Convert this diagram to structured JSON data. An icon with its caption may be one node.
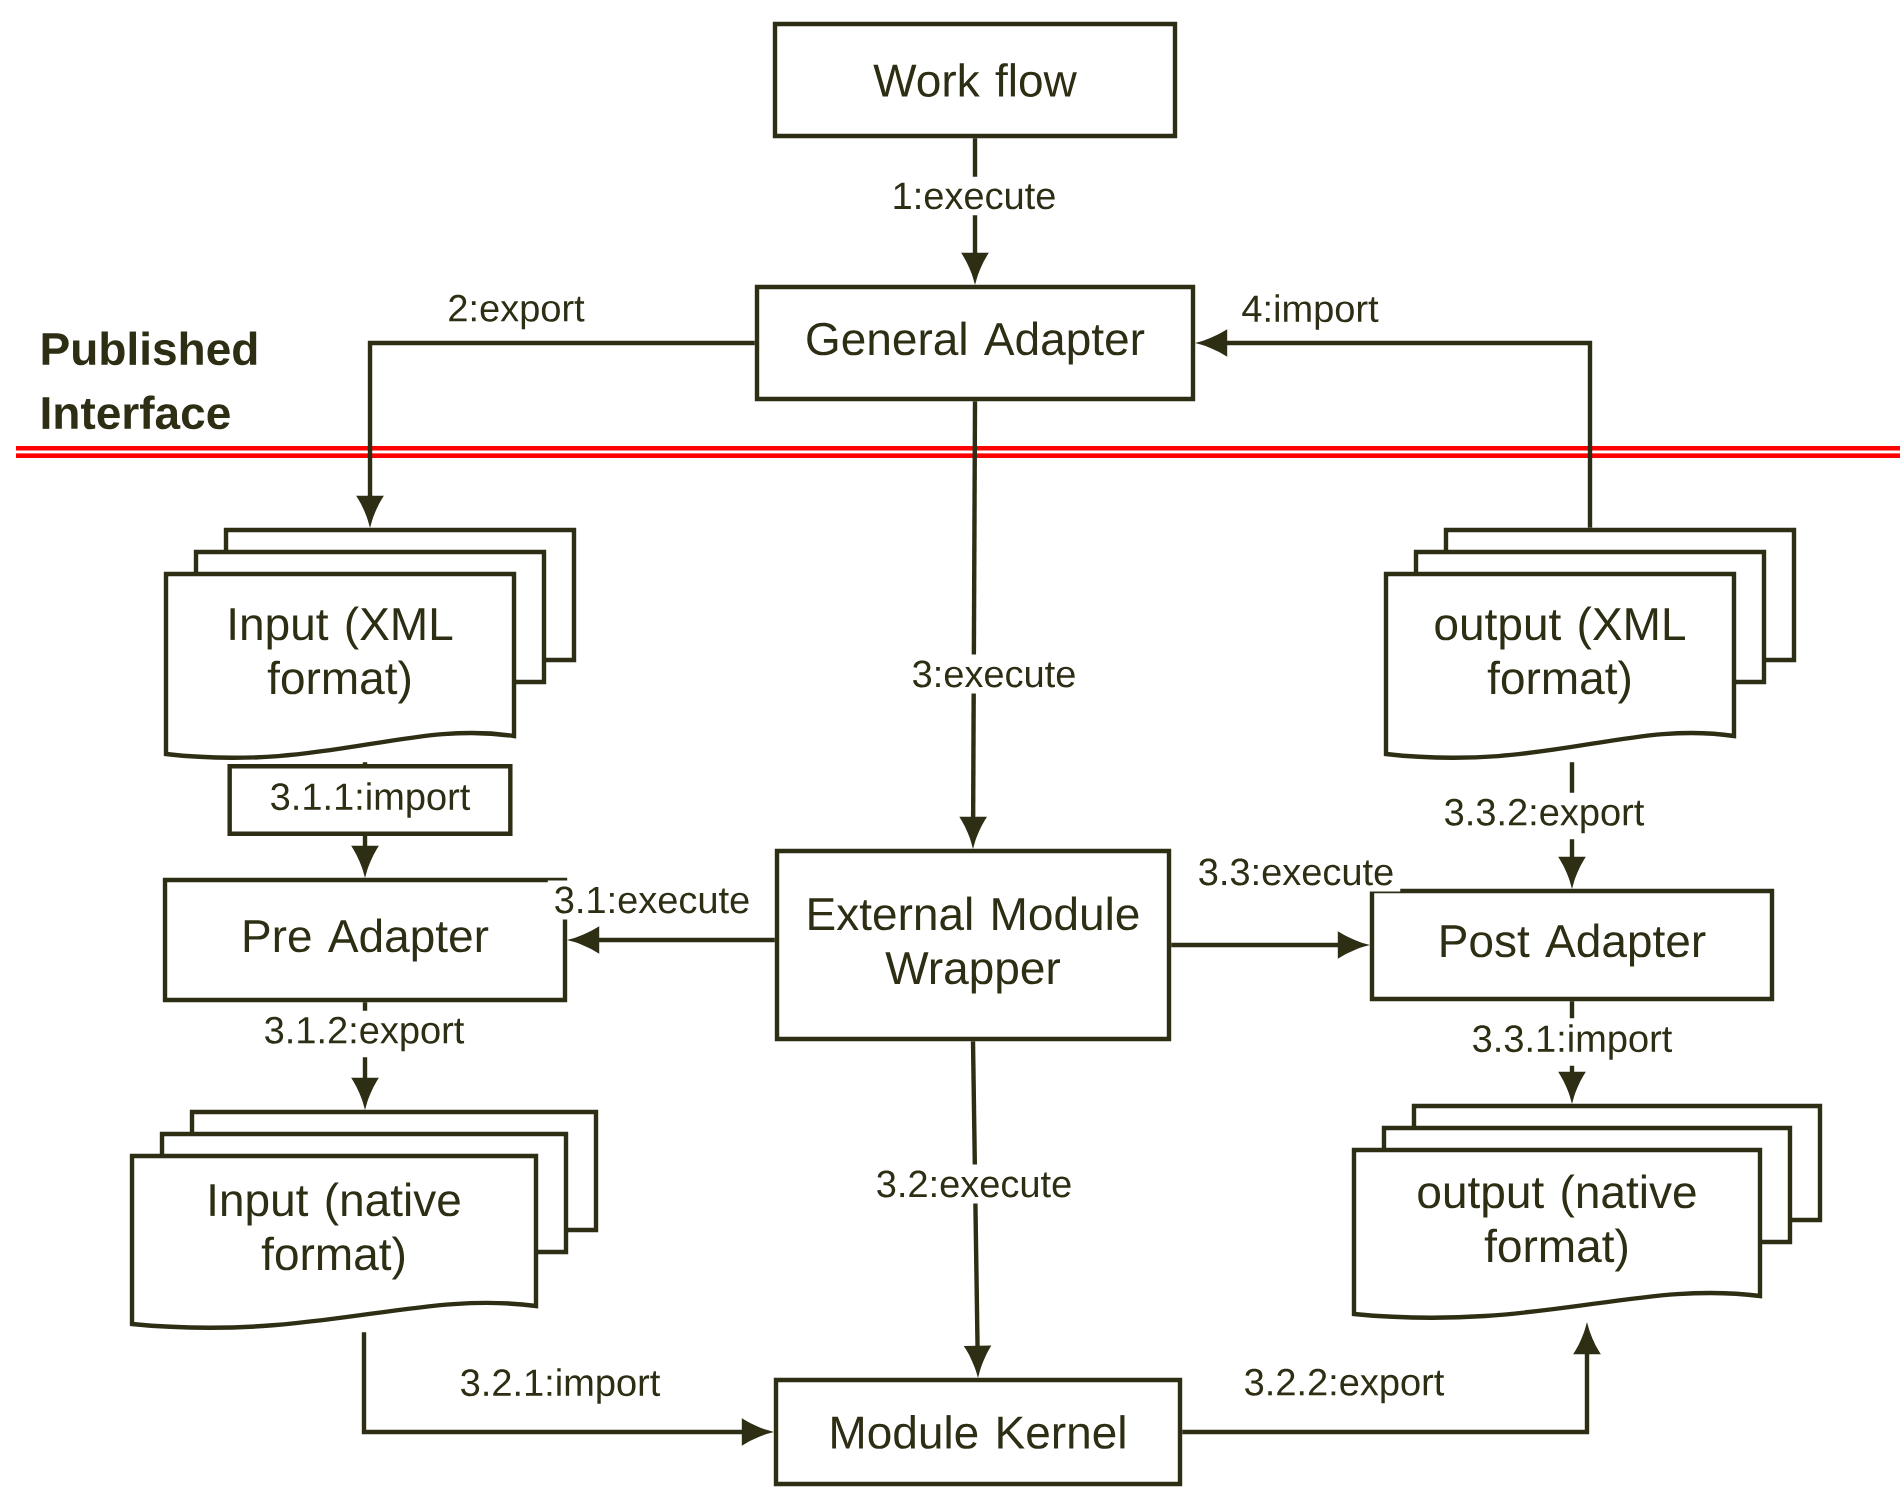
{
  "diagram": {
    "nodes": [
      {
        "text": [
          "Work flow"
        ]
      },
      {
        "text": [
          "General Adapter"
        ]
      },
      {
        "text": [
          "Input (XML format)"
        ]
      },
      {
        "text": [
          "Pre Adapter"
        ]
      },
      {
        "text": [
          "External Module Wrapper"
        ]
      },
      {
        "text": [
          "output (XML format)"
        ]
      },
      {
        "text": [
          "Post Adapter"
        ]
      },
      {
        "text": [
          "Input (native format)"
        ]
      },
      {
        "text": [
          "output (native format)"
        ]
      },
      {
        "text": [
          "Module Kernel"
        ]
      }
    ],
    "edges": [
      {
        "from": 0,
        "to": 1,
        "arrow": "to",
        "label": "1:execute"
      },
      {
        "from": 1,
        "to": 2,
        "arrow": "to",
        "label": "2:export"
      },
      {
        "from": 5,
        "to": 1,
        "arrow": "to",
        "label": "4:import"
      },
      {
        "from": 1,
        "to": 4,
        "arrow": "to",
        "label": "3:execute"
      },
      {
        "from": 4,
        "to": 3,
        "arrow": "to",
        "label": "3.1:execute"
      },
      {
        "from": 2,
        "to": 3,
        "arrow": "to",
        "label": "3.1.1:import"
      },
      {
        "from": 3,
        "to": 7,
        "arrow": "to",
        "label": "3.1.2:export"
      },
      {
        "from": 4,
        "to": 9,
        "arrow": "to",
        "label": "3.2:execute"
      },
      {
        "from": 7,
        "to": 9,
        "arrow": "to",
        "label": "3.2.1:import"
      },
      {
        "from": 9,
        "to": 8,
        "arrow": "to",
        "label": "3.2.2:export"
      },
      {
        "from": 4,
        "to": 6,
        "arrow": "to",
        "label": "3.3:execute"
      },
      {
        "from": 6,
        "to": 8,
        "arrow": "to",
        "label": "3.3.1:import"
      },
      {
        "from": 5,
        "to": 6,
        "arrow": "to",
        "label": "3.3.2:export"
      }
    ],
    "labels": [
      "Published Interface"
    ]
  }
}
